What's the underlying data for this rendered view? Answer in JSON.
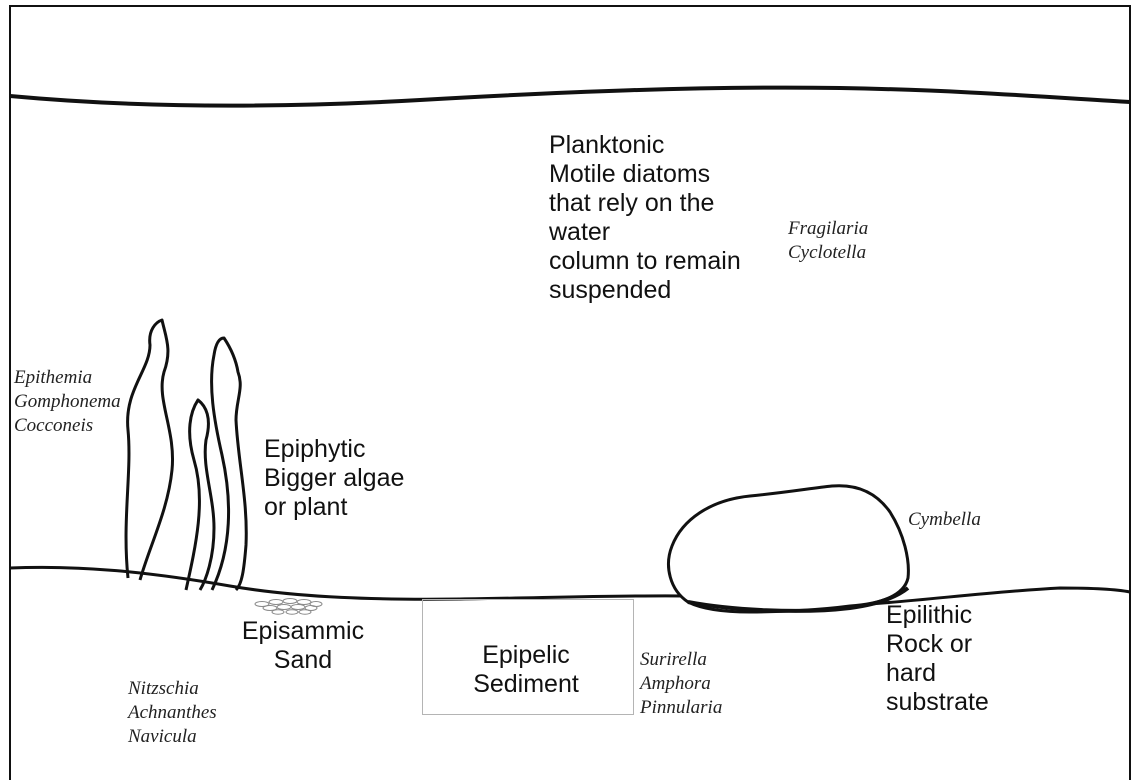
{
  "colors": {
    "outline": "#111111",
    "label_box": "#b4b4b4",
    "sand_grains": "#8a8a8a",
    "background": "#ffffff"
  },
  "planktonic": {
    "lines": [
      "Planktonic",
      "Motile diatoms",
      "that rely on the",
      "water",
      "column to remain",
      "suspended"
    ],
    "genera": [
      "Fragilaria",
      "Cyclotella"
    ]
  },
  "epiphytic": {
    "lines": [
      "Epiphytic",
      "Bigger algae",
      "or plant"
    ],
    "genera": [
      "Epithemia",
      "Gomphonema",
      "Cocconeis"
    ]
  },
  "episammic": {
    "lines": [
      "Episammic",
      "Sand"
    ],
    "genera": [
      "Nitzschia",
      "Achnanthes",
      "Navicula"
    ]
  },
  "epipelic": {
    "lines": [
      "Epipelic",
      "Sediment"
    ],
    "genera": [
      "Surirella",
      "Amphora",
      "Pinnularia"
    ]
  },
  "epilithic": {
    "lines": [
      "Epilithic",
      "Rock or",
      "hard",
      "substrate"
    ],
    "genera": [
      "Cymbella"
    ]
  }
}
